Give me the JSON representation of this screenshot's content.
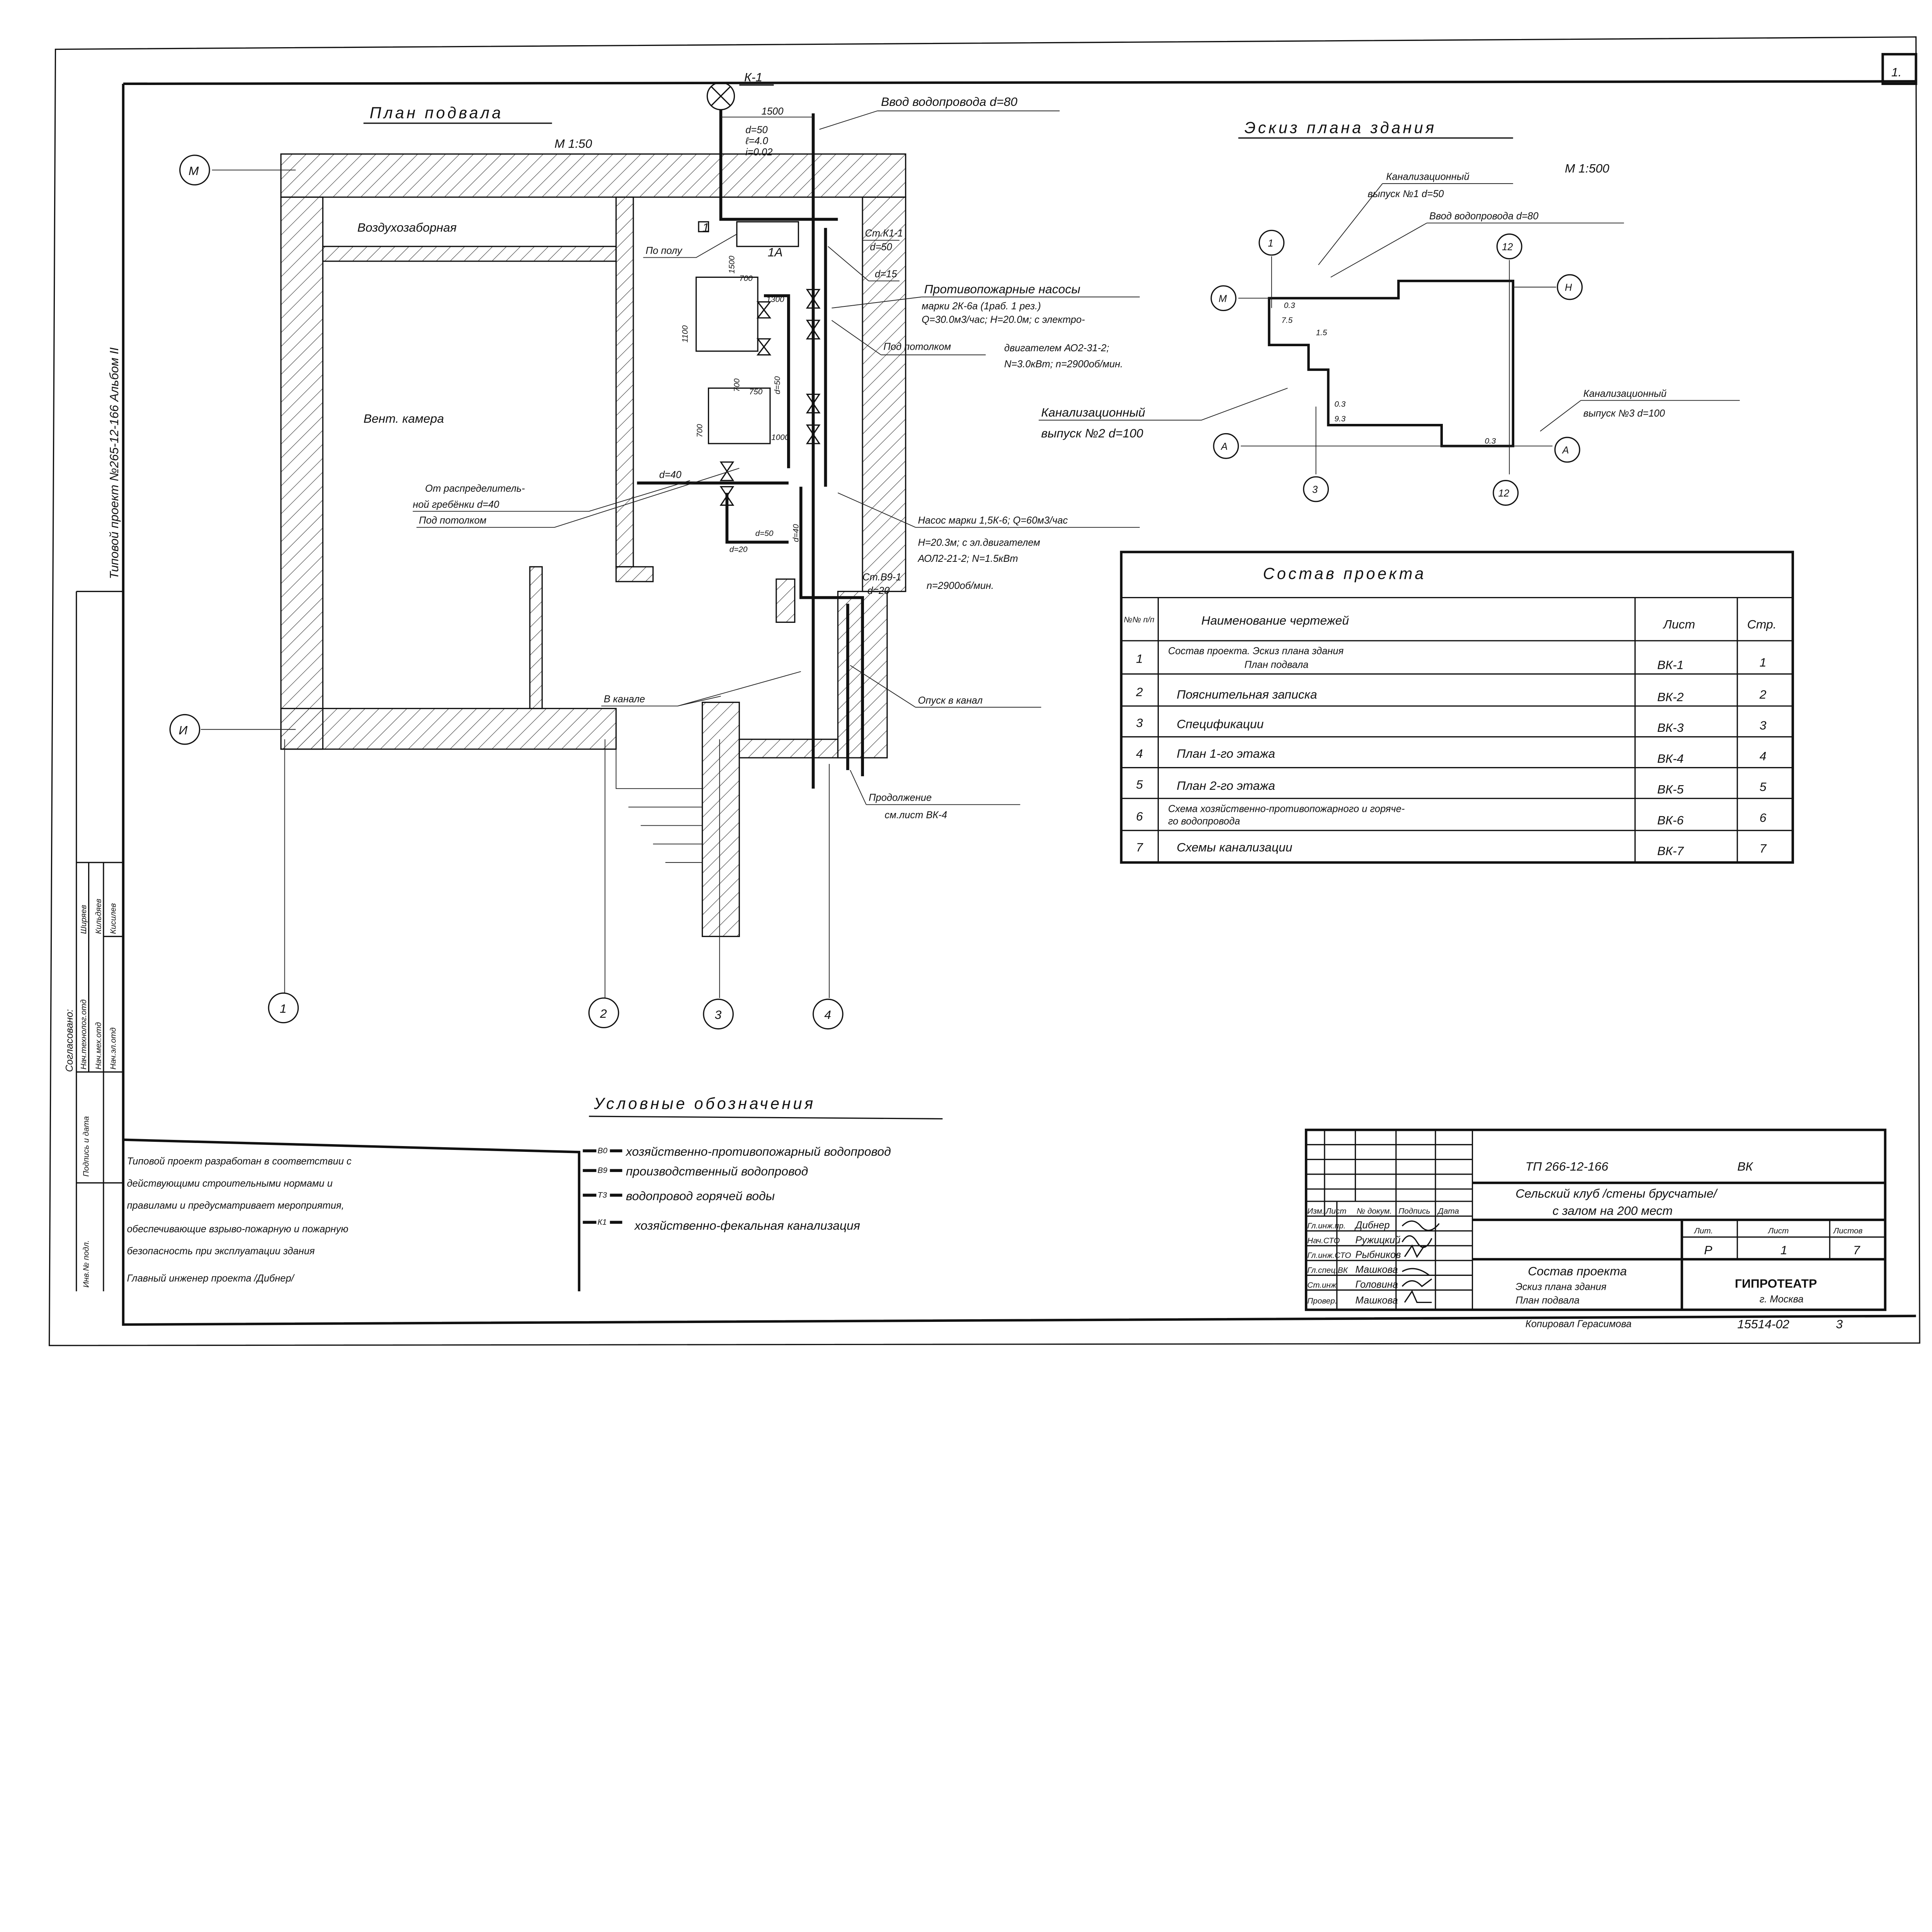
{
  "sheet_number": "1.",
  "side_stamp": "Типовой проект №265-12-166 Альбом II",
  "approval": {
    "title": "Согласовано:",
    "rows": [
      {
        "role": "Нач.технолог.отд",
        "name": "Ширяев"
      },
      {
        "role": "Нач.мех.отд",
        "name": "Кильдяев"
      },
      {
        "role": "Нач.эл.отд",
        "name": "Кисилев"
      }
    ],
    "inv_label": "Инв.№ подл.",
    "sign_date_label": "Подпись и дата"
  },
  "plan": {
    "title": "План подвала",
    "scale": "М 1:50",
    "rooms": {
      "air_intake": "Воздухозаборная",
      "vent_chamber": "Вент. камера"
    },
    "axes": [
      "М",
      "И",
      "1",
      "2",
      "3",
      "4"
    ],
    "well": "К-1",
    "labels": {
      "water_inlet": "Ввод водопровода d=80",
      "dim_1500_top": "1500",
      "d50": "d=50",
      "l40": "ℓ=4.0",
      "i002": "i=0.02",
      "on_floor": "По полу",
      "item1": "1",
      "item1a": "1А",
      "riser_k1": "Ст.К1-1",
      "riser_k1_d": "d=50",
      "d15": "d=15",
      "fire_pumps_1": "Противопожарные насосы",
      "fire_pumps_2": "марки 2К-6а (1раб. 1 рез.)",
      "fire_pumps_3": "Q=30.0м3/час; H=20.0м; с электро-",
      "fire_pumps_4": "двигателем АО2-31-2;",
      "fire_pumps_5": "N=3.0кВт; n=2900об/мин.",
      "under_ceiling_1": "Под потолком",
      "from_manifold_1": "От распределитель-",
      "from_manifold_2": "ной гребёнки d=40",
      "under_ceiling_2": "Под потолком",
      "d40": "d=40",
      "pump_1": "Насос марки 1,5К-6; Q=60м3/час",
      "pump_2": "H=20.3м; с эл.двигателем",
      "pump_3": "АОЛ2-21-2;  N=1.5кВт",
      "pump_4": "n=2900об/мин.",
      "riser_v9": "Ст.В9-1",
      "riser_v9_d": "d=20",
      "in_channel": "В канале",
      "drop_channel": "Опуск в канал",
      "continuation_1": "Продолжение",
      "continuation_2": "см.лист ВК-4",
      "dims": [
        "1500",
        "700",
        "1300",
        "1100",
        "700",
        "750",
        "700",
        "1000",
        "d=50",
        "d=40",
        "d=50",
        "d=20"
      ]
    }
  },
  "sketch": {
    "title": "Эскиз плана здания",
    "scale": "М 1:500",
    "outlet1_1": "Канализационный",
    "outlet1_2": "выпуск №1 d=50",
    "inlet": "Ввод водопровода d=80",
    "outlet2_1": "Канализационный",
    "outlet2_2": "выпуск №2 d=100",
    "outlet3_1": "Канализационный",
    "outlet3_2": "выпуск №3 d=100",
    "axes": [
      "1",
      "12",
      "М",
      "Н",
      "А",
      "А",
      "3",
      "12"
    ],
    "dims": [
      "0.3",
      "7.5",
      "1.5",
      "0.3",
      "9.3",
      "0.3"
    ]
  },
  "contents": {
    "title": "Состав проекта",
    "headers": {
      "num": "№№ п/п",
      "name": "Наименование чертежей",
      "sheet": "Лист",
      "page": "Стр."
    },
    "rows": [
      {
        "num": "1",
        "name": "Состав проекта. Эскиз плана здания",
        "name2": "План подвала",
        "sheet": "ВК-1",
        "page": "1"
      },
      {
        "num": "2",
        "name": "Пояснительная записка",
        "name2": "",
        "sheet": "ВК-2",
        "page": "2"
      },
      {
        "num": "3",
        "name": "Спецификации",
        "name2": "",
        "sheet": "ВК-3",
        "page": "3"
      },
      {
        "num": "4",
        "name": "План 1-го этажа",
        "name2": "",
        "sheet": "ВК-4",
        "page": "4"
      },
      {
        "num": "5",
        "name": "План 2-го этажа",
        "name2": "",
        "sheet": "ВК-5",
        "page": "5"
      },
      {
        "num": "6",
        "name": "Схема хозяйственно-противопожарного и горяче-",
        "name2": "го водопровода",
        "sheet": "ВК-6",
        "page": "6"
      },
      {
        "num": "7",
        "name": "Схемы канализации",
        "name2": "",
        "sheet": "ВК-7",
        "page": "7"
      }
    ]
  },
  "legend": {
    "title": "Условные обозначения",
    "items": [
      {
        "code": "В0",
        "text": "хозяйственно-противопожарный водопровод"
      },
      {
        "code": "В9",
        "text": "производственный водопровод"
      },
      {
        "code": "Т3",
        "text": "водопровод горячей воды"
      },
      {
        "code": "К1",
        "text": "хозяйственно-фекальная канализация"
      }
    ]
  },
  "notes": {
    "lines": [
      "Типовой проект разработан в соответствии с",
      "действующими строительными нормами и",
      "правилами и предусматривает мероприятия,",
      "обеспечивающие взрыво-пожарную и пожарную",
      "безопасность при эксплуатации здания",
      "Главный инженер проекта          /Дибнер/"
    ]
  },
  "title_block": {
    "code": "ТП  266-12-166",
    "section": "ВК",
    "object_1": "Сельский клуб /стены брусчатые/",
    "object_2": "с залом на 200 мест",
    "headers": [
      "Изм.",
      "Лист",
      "№ докум.",
      "Подпись",
      "Дата"
    ],
    "staff": [
      {
        "role": "Гл.инж.пр.",
        "name": "Дибнер"
      },
      {
        "role": "Нач.СТО",
        "name": "Ружицкий"
      },
      {
        "role": "Гл.инж.СТО",
        "name": "Рыбников"
      },
      {
        "role": "Гл.спец.ВК",
        "name": "Машкова"
      },
      {
        "role": "Ст.инж.",
        "name": "Головина"
      },
      {
        "role": "Провер.",
        "name": "Машкова"
      }
    ],
    "sheet_title_1": "Состав проекта",
    "sheet_title_2": "Эскиз плана здания",
    "sheet_title_3": "План подвала",
    "lit_label": "Лит.",
    "sheet_label": "Лист",
    "sheets_label": "Листов",
    "lit": "Р",
    "sheet": "1",
    "sheets": "7",
    "org": "ГИПРОТЕАТР",
    "city": "г. Москва",
    "copied": "Копировал Герасимова",
    "archive": "15514-02",
    "format": "3"
  }
}
